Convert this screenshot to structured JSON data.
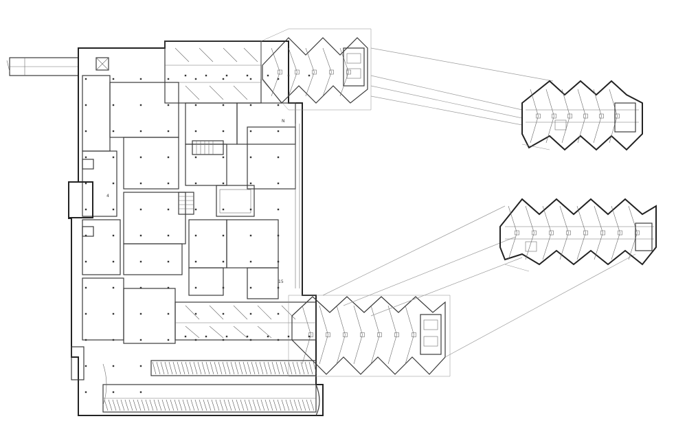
{
  "drawing": {
    "type": "architectural floor plan",
    "colors": {
      "background": "#ffffff",
      "line": "#3a3a3a",
      "leader": "#9a9a9a"
    }
  },
  "labels": {
    "corridor_mark": "N",
    "room_tag_a": "4",
    "room_tag_b": "15"
  }
}
